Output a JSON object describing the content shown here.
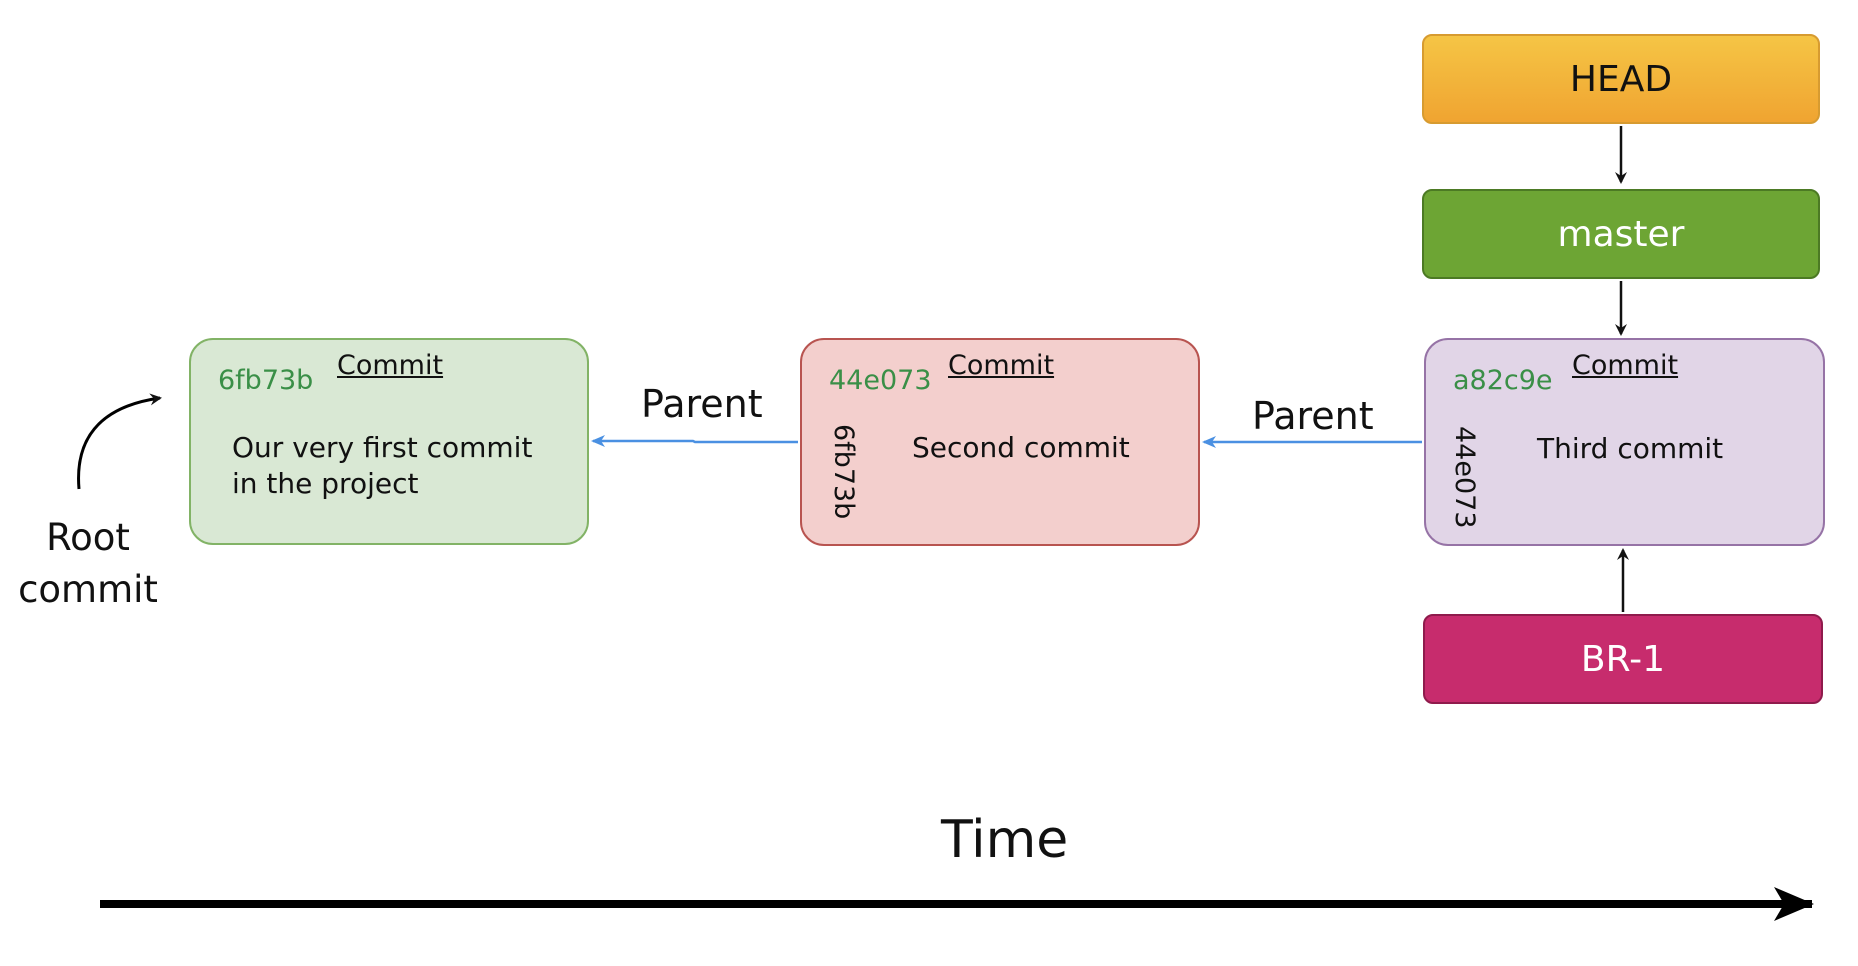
{
  "refs": {
    "head": "HEAD",
    "master": "master",
    "br1": "BR-1"
  },
  "commits": [
    {
      "hash": "6fb73b",
      "title": "Commit",
      "message_line1": "Our very first commit",
      "message_line2": "in the project"
    },
    {
      "hash": "44e073",
      "title": "Commit",
      "parent": "6fb73b",
      "message_line1": "Second commit"
    },
    {
      "hash": "a82c9e",
      "title": "Commit",
      "parent": "44e073",
      "message_line1": "Third commit"
    }
  ],
  "edges": {
    "parent_label_1": "Parent",
    "parent_label_2": "Parent"
  },
  "root": {
    "line1": "Root",
    "line2": "commit"
  },
  "timeline": {
    "label": "Time"
  },
  "colors": {
    "root_commit_fill": "#d9e8d4",
    "second_commit_fill": "#f3cfcd",
    "third_commit_fill": "#e1d5e7",
    "hash_text": "#3a8f47",
    "head_fill": "#f0a431",
    "master_fill": "#6da534",
    "br1_fill": "#c72c6d",
    "parent_arrow": "#4a90e2"
  }
}
